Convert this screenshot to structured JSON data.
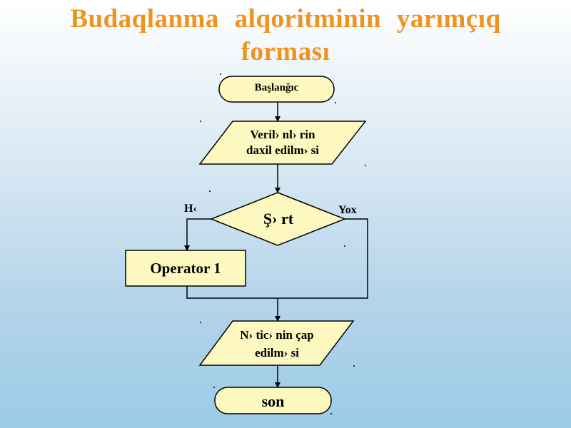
{
  "title": {
    "line1": "Budaqlanma  alqoritminin   yarımçıq",
    "line2": "forması"
  },
  "flowchart": {
    "start": "Başlanğıc",
    "input": {
      "line1": "Veril› nl› rin",
      "line2": "daxil  edilm› si"
    },
    "condition": "Ş› rt",
    "branch_yes": "H‹",
    "branch_no": "Yox",
    "operator": "Operator  1",
    "output": {
      "line1": "N› tic› nin çap",
      "line2": "edilm› si"
    },
    "end": "son"
  },
  "colors": {
    "title": "#f0931e",
    "shape_fill": "#fdf8c0",
    "stroke": "#000000"
  }
}
